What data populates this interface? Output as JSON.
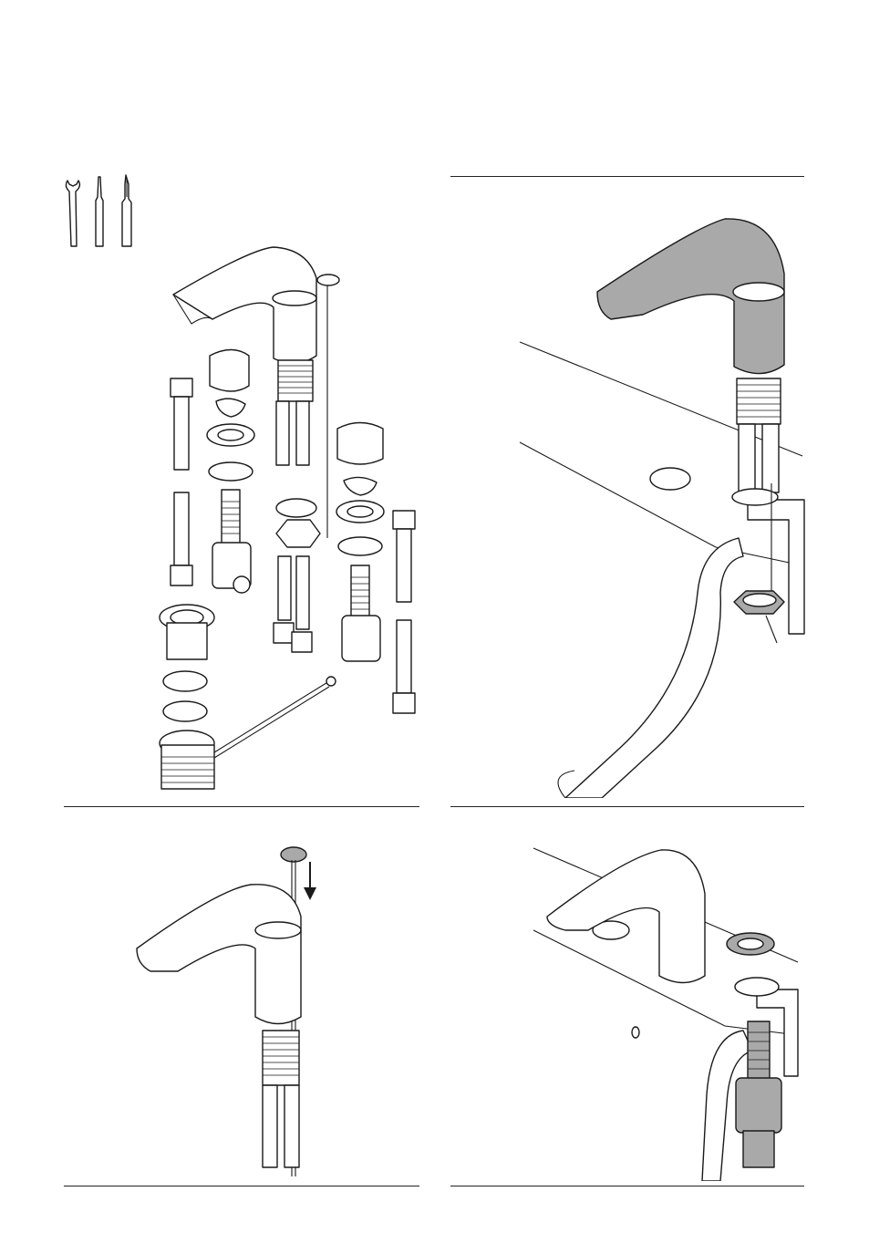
{
  "page": {
    "background": "#ffffff",
    "line_color": "#1a1a1a",
    "spout_grey": "#a9a9a9"
  },
  "tools": {
    "icons": [
      "wrench-icon",
      "flat-screwdriver-icon",
      "phillips-screwdriver-icon"
    ]
  },
  "panels": {
    "exploded_view": {
      "figure": "exploded-parts-diagram"
    },
    "mounting": {
      "figure": "spout-mounting-diagram"
    },
    "rod_insert": {
      "figure": "pop-up-rod-insertion-diagram"
    },
    "valve_install": {
      "figure": "valve-installation-diagram"
    }
  }
}
